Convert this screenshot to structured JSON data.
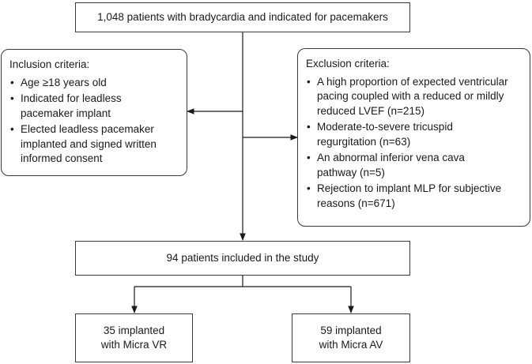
{
  "top_box": {
    "text": "1,048 patients with bradycardia and indicated for pacemakers"
  },
  "inclusion": {
    "title": "Inclusion criteria:",
    "items": [
      "Age ≥18 years old",
      "Indicated for leadless pacemaker implant",
      "Elected leadless pacemaker implanted and signed written informed consent"
    ]
  },
  "exclusion": {
    "title": "Exclusion criteria:",
    "items": [
      "A high proportion of expected ventricular pacing coupled with a reduced or mildly reduced LVEF (n=215)",
      "Moderate-to-severe tricuspid regurgitation (n=63)",
      "An abnormal inferior vena cava pathway (n=5)",
      "Rejection to implant MLP for subjective reasons (n=671)"
    ]
  },
  "included_box": {
    "text": "94 patients included in the study"
  },
  "outcomes": [
    {
      "line1": "35 implanted",
      "line2": "with Micra VR"
    },
    {
      "line1": "59 implanted",
      "line2": "with Micra AV"
    }
  ],
  "colors": {
    "line": "#1a1a1a",
    "border": "#3a3a3a"
  }
}
